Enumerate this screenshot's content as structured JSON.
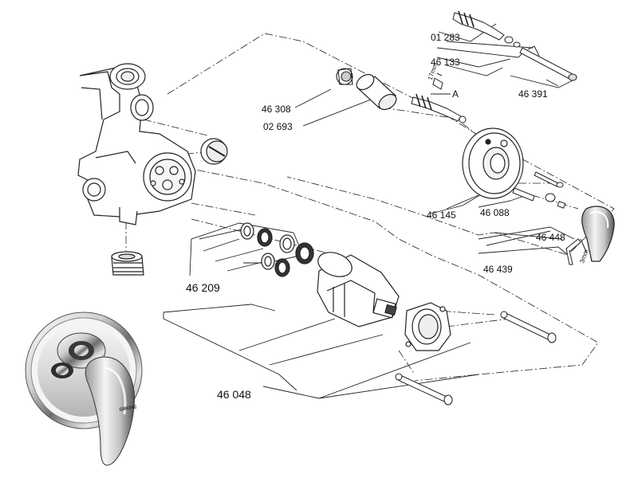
{
  "diagram": {
    "part_labels": {
      "p01283": "01 283",
      "p46133": "46 133",
      "p46391": "46 391",
      "p46308": "46 308",
      "p02693": "02 693",
      "pA": "A",
      "p17mm": "17mm",
      "p46145": "46 145",
      "p46088": "46 088",
      "p46448": "46 448",
      "p46439": "46 439",
      "p46209": "46 209",
      "p46048": "46 048",
      "p3mm": "3mm"
    },
    "brand_mark": "GROHE",
    "colors": {
      "line": "#222222",
      "chrome_light": "#f2f2f2",
      "chrome_mid": "#b8b8b8",
      "chrome_dark": "#4a4a4a"
    }
  }
}
